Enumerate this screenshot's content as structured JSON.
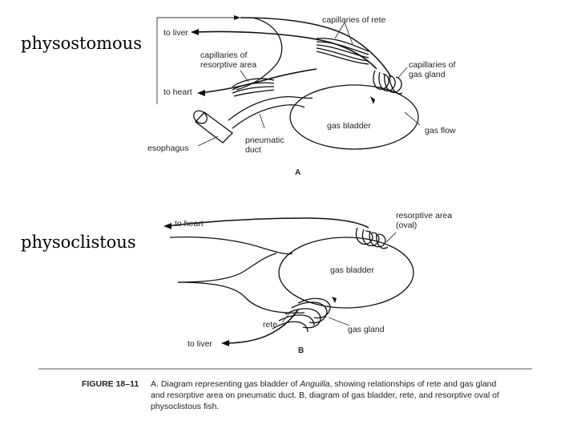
{
  "slide": {
    "label_a": "physostomous",
    "label_b": "physoclistous"
  },
  "diagram_a": {
    "capillaries_of_rete": "capillaries of rete",
    "to_liver": "to liver",
    "capillaries_resorptive_l1": "capillaries of",
    "capillaries_resorptive_l2": "resorptive area",
    "capillaries_gas_gland_l1": "capillaries of",
    "capillaries_gas_gland_l2": "gas gland",
    "to_heart": "to heart",
    "gas_bladder": "gas bladder",
    "gas_flow": "gas flow",
    "pneumatic_duct_l1": "pneumatic",
    "pneumatic_duct_l2": "duct",
    "esophagus": "esophagus",
    "panel_letter": "A"
  },
  "diagram_b": {
    "to_heart": "to heart",
    "resorptive_area_l1": "resorptive area",
    "resorptive_area_l2": "(oval)",
    "gas_bladder": "gas bladder",
    "rete": "rete",
    "gas_gland": "gas gland",
    "to_liver": "to liver",
    "panel_letter": "B"
  },
  "caption": {
    "figure_label": "FIGURE 18–11",
    "line1_a": "A. Diagram representing gas bladder of ",
    "line1_italic": "Anguilla",
    "line1_b": ", showing relationships of rete and gas gland",
    "line2": "and resorptive area on pneumatic duct. B, diagram of gas bladder, rete, and resorptive oval of",
    "line3": "physoclistous fish."
  }
}
